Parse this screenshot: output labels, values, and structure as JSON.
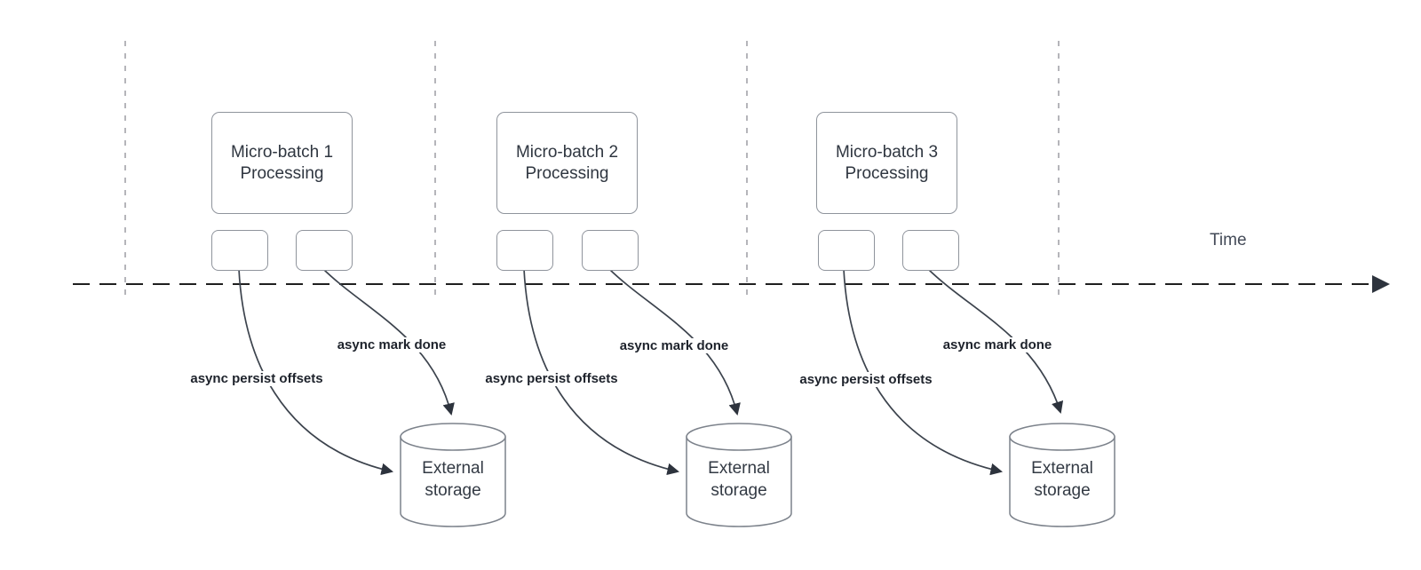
{
  "diagram": {
    "time_label": "Time",
    "groups": [
      {
        "process": "Micro-batch 1\nProcessing",
        "persist_label": "async persist offsets",
        "done_label": "async mark done",
        "storage": "External\nstorage"
      },
      {
        "process": "Micro-batch 2\nProcessing",
        "persist_label": "async persist offsets",
        "done_label": "async mark done",
        "storage": "External\nstorage"
      },
      {
        "process": "Micro-batch 3\nProcessing",
        "persist_label": "async persist offsets",
        "done_label": "async mark done",
        "storage": "External\nstorage"
      }
    ],
    "colors": {
      "box_border": "#8f949c",
      "curve_stroke": "#3c434d",
      "timeline_stroke": "#1f1f1f",
      "gridline_stroke": "#b5b5ba",
      "label_text": "#1d222b",
      "box_text": "#2f3640"
    }
  }
}
